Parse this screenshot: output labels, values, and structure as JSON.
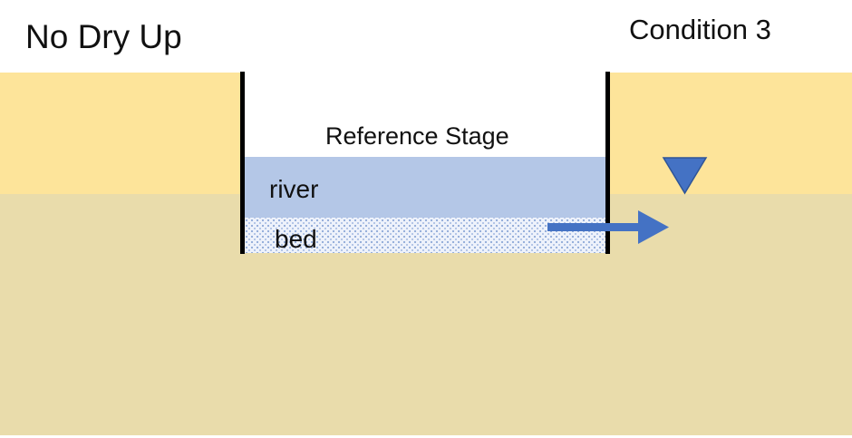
{
  "title": "No Dry Up",
  "condition_label": "Condition 3",
  "channel": {
    "reference_label": "Reference Stage",
    "river_label": "river",
    "bed_label": "bed"
  },
  "colors": {
    "upper_soil": "#fde49a",
    "lower_soil": "#e9dcab",
    "river": "#b4c7e7",
    "bed_dots": "#8fa9d8",
    "arrow": "#4472c4",
    "water_table_marker": "#4472c4",
    "wall": "#000000"
  },
  "icons": {
    "flow": "right-arrow",
    "water_table": "inverted-triangle"
  }
}
